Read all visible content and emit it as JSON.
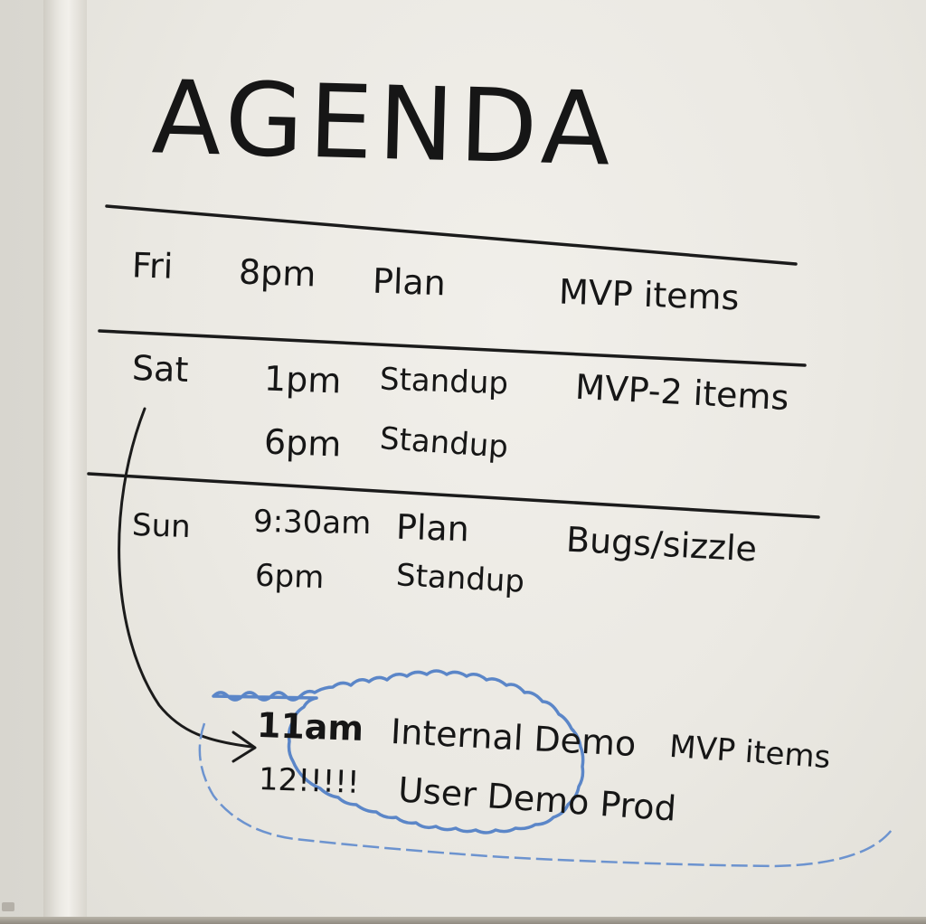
{
  "title": "AGENDA",
  "schedule": {
    "fri": {
      "day": "Fri",
      "time": "8pm",
      "activity": "Plan",
      "scope": "MVP items"
    },
    "sat": {
      "day": "Sat",
      "entries": [
        {
          "time": "1pm",
          "activity": "Standup",
          "scope": "MVP-2 items"
        },
        {
          "time": "6pm",
          "activity": "Standup"
        }
      ]
    },
    "sun": {
      "day": "Sun",
      "entries": [
        {
          "time": "9:30am",
          "activity": "Plan",
          "scope": "Bugs/sizzle"
        },
        {
          "time": "6pm",
          "activity": "Standup"
        }
      ]
    },
    "highlight": {
      "entries": [
        {
          "time": "11am",
          "activity": "Internal Demo",
          "scope": "MVP items"
        },
        {
          "time": "12!!!!!",
          "activity": "User Demo Prod"
        }
      ]
    }
  },
  "colors": {
    "ink": "#161616",
    "highlight_marker": "#5b86c8",
    "board": "#ebe9e3"
  }
}
